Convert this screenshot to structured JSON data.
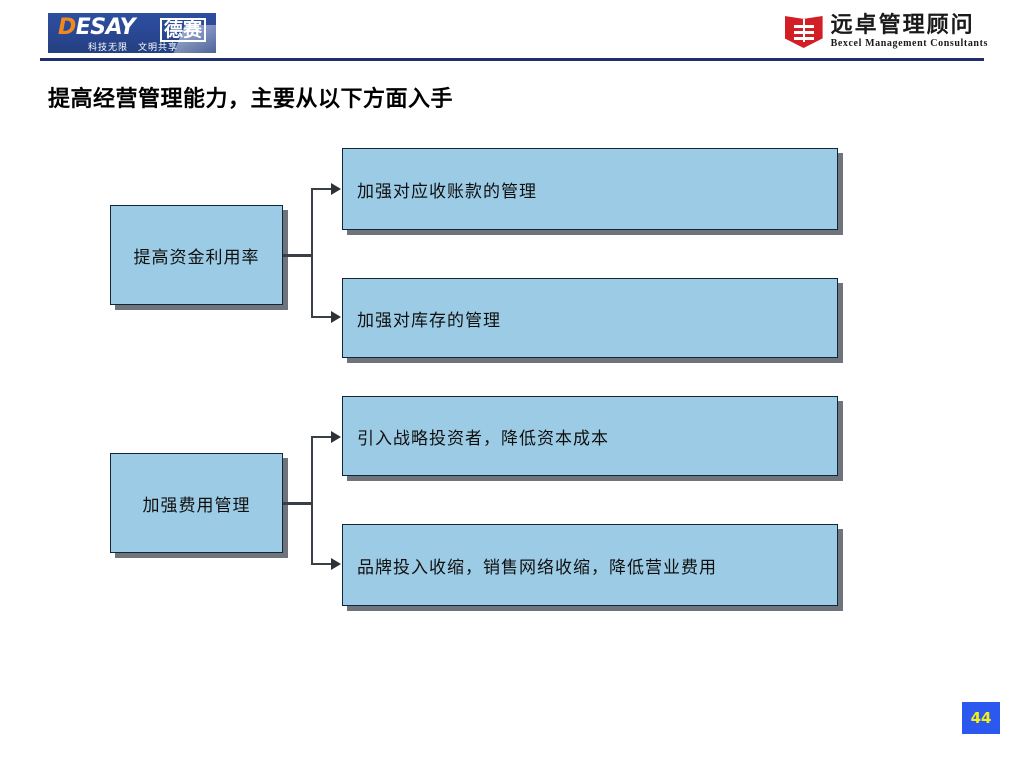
{
  "header": {
    "left_logo": {
      "name": "desay-logo",
      "wordmark_first_letter": "D",
      "wordmark_rest": "ESAY",
      "cn_mark": "德赛",
      "tagline": "科技无限　文明共享",
      "background_color": "#2a4794",
      "accent_color": "#f08a1e"
    },
    "right_logo": {
      "name": "bexcel-logo",
      "cn_name": "远卓管理顾问",
      "en_name": "Bexcel Management Consultants",
      "mark_color": "#d21f26"
    },
    "rule_color": "#1f2f6b"
  },
  "title": "提高经营管理能力，主要从以下方面入手",
  "diagram": {
    "type": "two-level-tree",
    "box_fill": "#9ccce5",
    "box_border": "#12263a",
    "connector_color": "#3a3f46",
    "groups": [
      {
        "id": "capital-utilization",
        "driver": "提高资金利用率",
        "actions": [
          "加强对应收账款的管理",
          "加强对库存的管理"
        ]
      },
      {
        "id": "expense-management",
        "driver": "加强费用管理",
        "actions": [
          "引入战略投资者，降低资本成本",
          "品牌投入收缩，销售网络收缩，降低营业费用"
        ]
      }
    ]
  },
  "footer": {
    "page_number": "44",
    "badge_color": "#2b59f0",
    "badge_text_color": "#f2f014"
  }
}
